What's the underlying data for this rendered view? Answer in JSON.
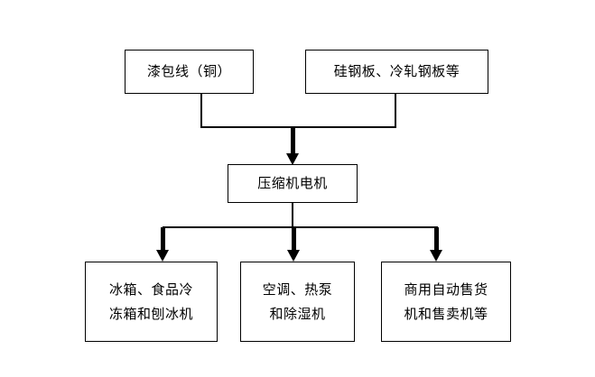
{
  "diagram": {
    "type": "flowchart",
    "direction": "top-to-bottom",
    "nodes": {
      "enameled_wire": {
        "label": "漆包线（铜）"
      },
      "steel_plate": {
        "label": "硅钢板、冷轧钢板等"
      },
      "compressor_motor": {
        "label": "压缩机电机"
      },
      "refrigeration": {
        "label": "冰箱、食品冷\n冻箱和刨冰机"
      },
      "hvac": {
        "label": "空调、热泵\n和除湿机"
      },
      "vending": {
        "label": "商用自动售货\n机和售卖机等"
      }
    },
    "edges": [
      {
        "from": "enameled_wire",
        "to": "compressor_motor",
        "style": "merge"
      },
      {
        "from": "steel_plate",
        "to": "compressor_motor",
        "style": "merge"
      },
      {
        "from": "compressor_motor",
        "to": "refrigeration",
        "style": "fan-out"
      },
      {
        "from": "compressor_motor",
        "to": "hvac",
        "style": "fan-out"
      },
      {
        "from": "compressor_motor",
        "to": "vending",
        "style": "fan-out"
      }
    ],
    "colors": {
      "background": "#ffffff",
      "stroke": "#000000",
      "text": "#000000"
    }
  }
}
